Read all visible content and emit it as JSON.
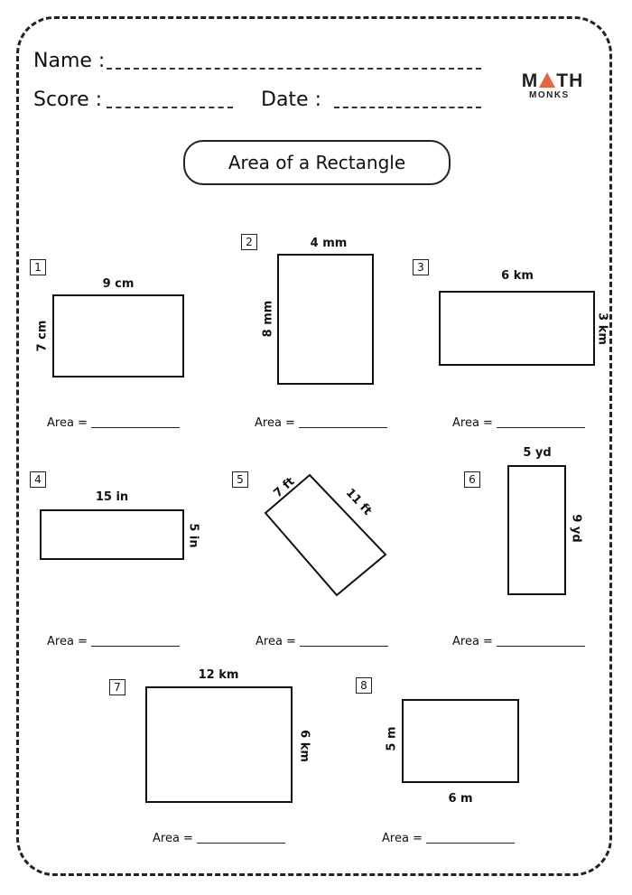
{
  "header": {
    "name_label": "Name :",
    "score_label": "Score :",
    "date_label": "Date :"
  },
  "logo": {
    "word_left": "M",
    "word_right": "TH",
    "sub": "MONKS",
    "accent_color": "#e8663d"
  },
  "title": "Area of a Rectangle",
  "area_label": "Area =",
  "problems": [
    {
      "number": "1",
      "width_label": "9 cm",
      "height_label": "7 cm"
    },
    {
      "number": "2",
      "width_label": "4 mm",
      "height_label": "8 mm"
    },
    {
      "number": "3",
      "width_label": "6 km",
      "height_label": "3 km"
    },
    {
      "number": "4",
      "width_label": "15 in",
      "height_label": "5 in"
    },
    {
      "number": "5",
      "width_label": "7 ft",
      "height_label": "11 ft"
    },
    {
      "number": "6",
      "width_label": "5 yd",
      "height_label": "9 yd"
    },
    {
      "number": "7",
      "width_label": "12 km",
      "height_label": "6 km"
    },
    {
      "number": "8",
      "width_label": "6 m",
      "height_label": "5 m"
    }
  ]
}
